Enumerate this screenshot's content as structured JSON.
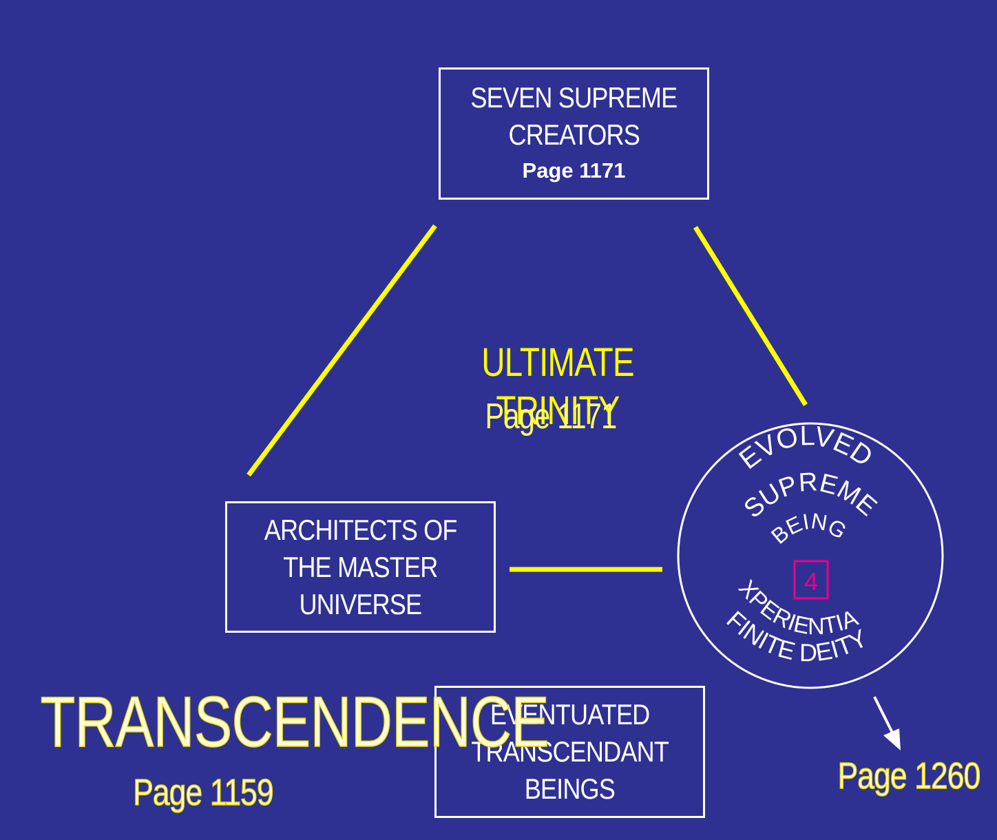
{
  "top_box": {
    "lines": [
      "SEVEN SUPREME",
      "CREATORS"
    ],
    "page": "Page 1171"
  },
  "left_box": {
    "lines": [
      "ARCHITECTS OF",
      "THE MASTER",
      "UNIVERSE"
    ]
  },
  "bottom_box": {
    "lines": [
      "EVENTUATED",
      "TRANSCENDANT",
      "BEINGS"
    ]
  },
  "trinity": {
    "title": "ULTIMATE TRINITY",
    "page": "Page 1171"
  },
  "circle": {
    "arc_top_1": "EVOLVED",
    "arc_top_2": "SUPREME",
    "arc_top_3": "BEING",
    "number": "4",
    "arc_bottom_1": "EXPERIENTIAL",
    "arc_bottom_2": "FINITE DEITY"
  },
  "transcendence": {
    "title": "TRANSCENDENCE",
    "page": "Page 1159"
  },
  "ref_page": "Page 1260",
  "colors": {
    "background": "#2e3192",
    "lines": "#ffff00",
    "box_border": "#ffffff",
    "number_box": "#ec008c"
  }
}
